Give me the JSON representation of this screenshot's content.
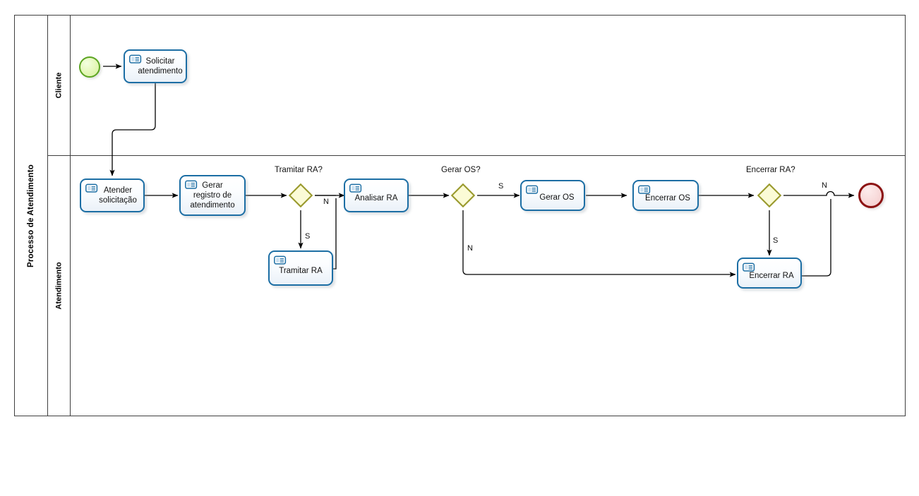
{
  "diagram": {
    "type": "bpmn",
    "pool": {
      "label": "Processo de Atendimento"
    },
    "lanes": [
      {
        "id": "cliente",
        "label": "Cliente"
      },
      {
        "id": "atendimento",
        "label": "Atendimento"
      }
    ],
    "events": [
      {
        "id": "start",
        "kind": "start-event",
        "label": "",
        "lane": "cliente",
        "color": "#5ca522"
      },
      {
        "id": "end",
        "kind": "end-event",
        "label": "",
        "lane": "atendimento",
        "color": "#8c1212"
      }
    ],
    "tasks": [
      {
        "id": "solicitar-atendimento",
        "label": "Solicitar\natendimento",
        "lane": "cliente",
        "icon": "manual-task-icon"
      },
      {
        "id": "atender-solicitacao",
        "label": "Atender\nsolicitação",
        "lane": "atendimento",
        "icon": "manual-task-icon"
      },
      {
        "id": "gerar-registro",
        "label": "Gerar\nregistro de\natendimento",
        "lane": "atendimento",
        "icon": "manual-task-icon"
      },
      {
        "id": "tramitar-ra",
        "label": "Tramitar RA",
        "lane": "atendimento",
        "icon": "manual-task-icon"
      },
      {
        "id": "analisar-ra",
        "label": "Analisar RA",
        "lane": "atendimento",
        "icon": "manual-task-icon"
      },
      {
        "id": "gerar-os",
        "label": "Gerar OS",
        "lane": "atendimento",
        "icon": "manual-task-icon"
      },
      {
        "id": "encerrar-os",
        "label": "Encerrar OS",
        "lane": "atendimento",
        "icon": "manual-task-icon"
      },
      {
        "id": "encerrar-ra",
        "label": "Encerrar RA",
        "lane": "atendimento",
        "icon": "manual-task-icon"
      }
    ],
    "gateways": [
      {
        "id": "tramitar-ra-gw",
        "label": "Tramitar RA?",
        "lane": "atendimento",
        "border": "#9a9a2e",
        "fill": "#fbfbd6"
      },
      {
        "id": "gerar-os-gw",
        "label": "Gerar OS?",
        "lane": "atendimento",
        "border": "#9a9a2e",
        "fill": "#fbfbd6"
      },
      {
        "id": "encerrar-ra-gw",
        "label": "Encerrar RA?",
        "lane": "atendimento",
        "border": "#9a9a2e",
        "fill": "#fbfbd6"
      }
    ],
    "flow_labels": [
      {
        "id": "tramitar-ra-gw-n",
        "text": "N"
      },
      {
        "id": "tramitar-ra-gw-s",
        "text": "S"
      },
      {
        "id": "gerar-os-gw-s",
        "text": "S"
      },
      {
        "id": "gerar-os-gw-n",
        "text": "N"
      },
      {
        "id": "encerrar-ra-gw-n",
        "text": "N"
      },
      {
        "id": "encerrar-ra-gw-s",
        "text": "S"
      }
    ],
    "colors": {
      "task_border": "#1c6ea4",
      "gateway_border": "#9a9a2e",
      "gateway_fill": "#fbfbd6",
      "start_border": "#5ca522",
      "end_border": "#8c1212",
      "frame": "#3f3f3f",
      "connector": "#000000"
    }
  }
}
